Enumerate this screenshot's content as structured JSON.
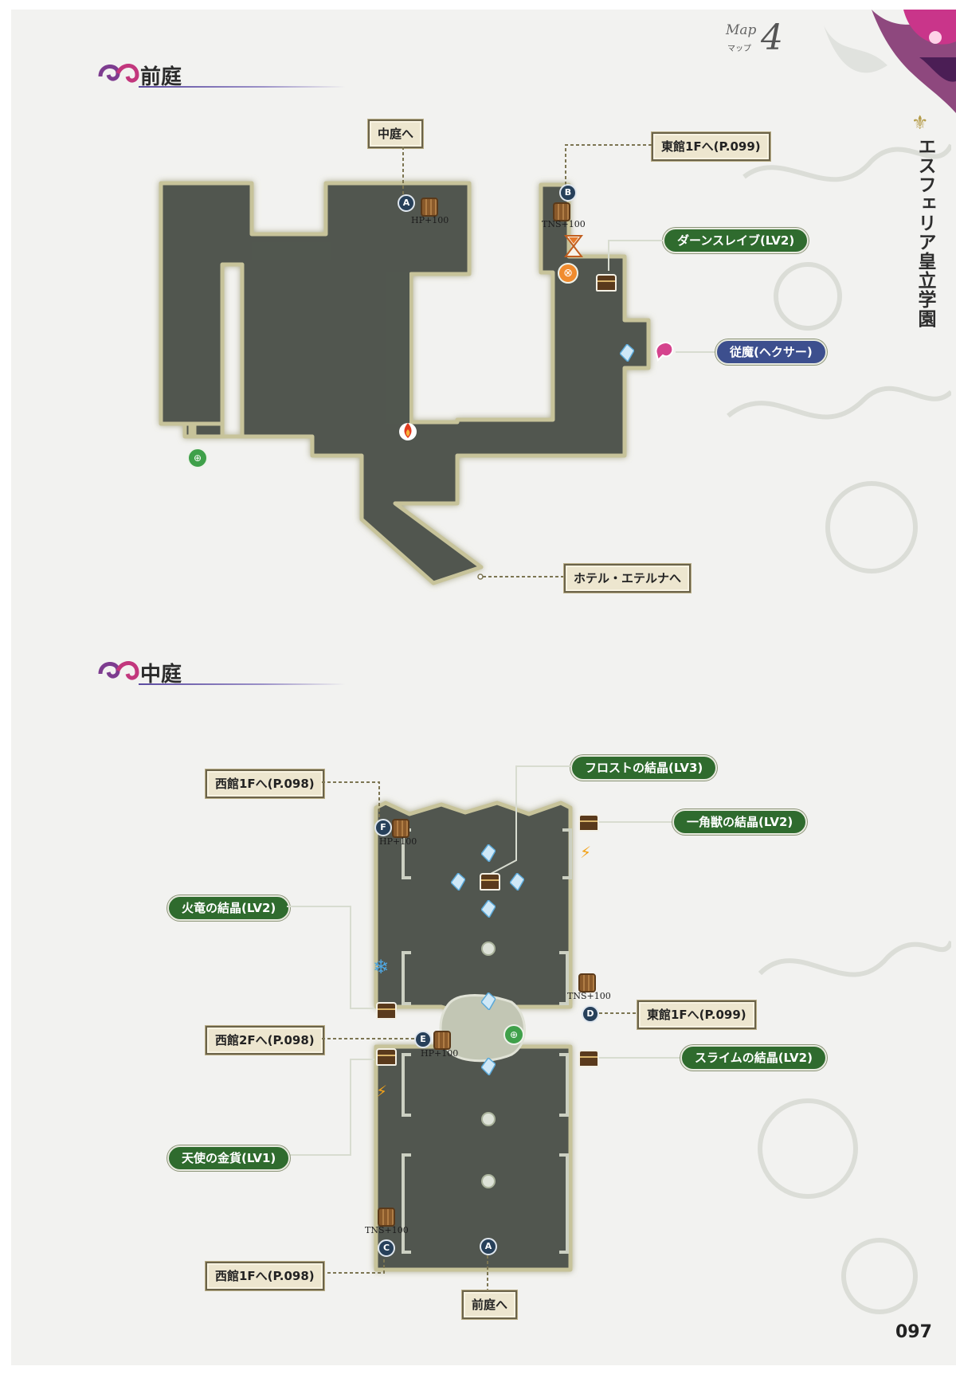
{
  "header": {
    "map_label": "Map",
    "map_sub": "マップ",
    "map_number": "4",
    "chapter_title": "エスフェリア皇立学園"
  },
  "page_number": "097",
  "colors": {
    "floor": "#51574f",
    "floor_border": "#b9b790",
    "label_bg": "#ede6cf",
    "pill_green": "#2f6b2e",
    "pill_blue": "#3d4f8e",
    "marker": "#27405a"
  },
  "sections": [
    {
      "title": "前庭",
      "labels": [
        {
          "text": "中庭へ",
          "style": "box"
        },
        {
          "text": "東館1Fへ(P.099)",
          "style": "box"
        },
        {
          "text": "ダーンスレイブ(LV2)",
          "style": "green-pill"
        },
        {
          "text": "従魔(ヘクサー)",
          "style": "blue-pill"
        },
        {
          "text": "ホテル・エテルナへ",
          "style": "box"
        }
      ],
      "markers": [
        {
          "letter": "A",
          "note": "HP+100"
        },
        {
          "letter": "B",
          "note": "TNS+100"
        }
      ],
      "icons": [
        "hourglass-icon",
        "save-point-icon",
        "chest-icon",
        "crystal-icon",
        "monster-icon",
        "fire-icon",
        "warp-icon"
      ]
    },
    {
      "title": "中庭",
      "labels": [
        {
          "text": "西館1Fへ(P.098)",
          "style": "box"
        },
        {
          "text": "フロストの結晶(LV3)",
          "style": "green-pill"
        },
        {
          "text": "一角獣の結晶(LV2)",
          "style": "green-pill"
        },
        {
          "text": "火竜の結晶(LV2)",
          "style": "green-pill"
        },
        {
          "text": "東館1Fへ(P.099)",
          "style": "box"
        },
        {
          "text": "西館2Fへ(P.098)",
          "style": "box"
        },
        {
          "text": "スライムの結晶(LV2)",
          "style": "green-pill"
        },
        {
          "text": "天使の金貨(LV1)",
          "style": "green-pill"
        },
        {
          "text": "西館1Fへ(P.098)",
          "style": "box"
        },
        {
          "text": "前庭へ",
          "style": "box"
        }
      ],
      "markers": [
        {
          "letter": "F",
          "note": "HP+100"
        },
        {
          "letter": "D",
          "note": "TNS+100"
        },
        {
          "letter": "E",
          "note": "HP+100"
        },
        {
          "letter": "C",
          "note": "TNS+100"
        },
        {
          "letter": "A",
          "note": ""
        }
      ]
    }
  ]
}
